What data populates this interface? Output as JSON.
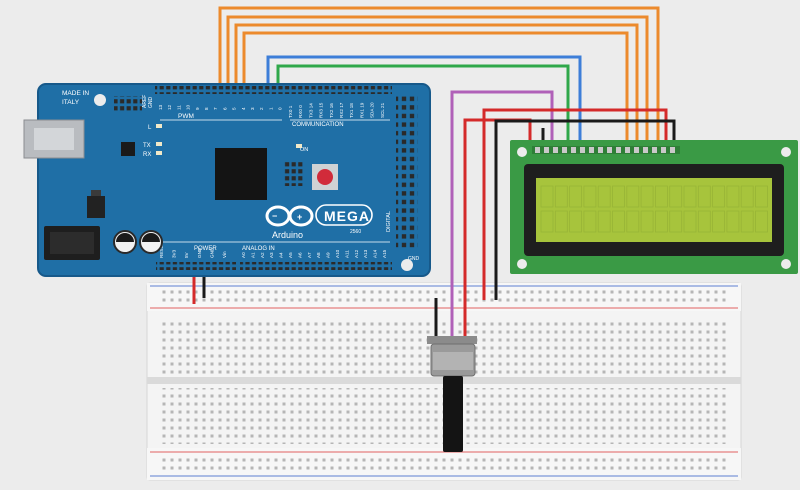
{
  "board": {
    "made_in": "MADE IN",
    "country": "ITALY",
    "brand": "Arduino",
    "model": "MEGA",
    "model_suffix": "2560",
    "pwm_label": "PWM",
    "comm_label": "COMMUNICATION",
    "power_label": "POWER",
    "analog_label": "ANALOG IN",
    "digital_label": "DIGITAL",
    "aref": "AREF",
    "gnd": "GND",
    "led_l": "L",
    "led_tx": "TX",
    "led_rx": "RX",
    "led_on": "ON",
    "pwm_pins": [
      "13",
      "12",
      "11",
      "10",
      "9",
      "8",
      "7",
      "6",
      "5",
      "4",
      "3",
      "2",
      "1",
      "0"
    ],
    "comm_pins": [
      "TX0 1",
      "RX0 0",
      "TX3 14",
      "RX3 15",
      "TX2 16",
      "RX2 17",
      "TX1 18",
      "RX1 19",
      "SDA 20",
      "SCL 21"
    ],
    "power_pins": [
      "RESET",
      "3V3",
      "5V",
      "GND",
      "GND",
      "Vin"
    ],
    "analog_pins": [
      "A0",
      "A1",
      "A2",
      "A3",
      "A4",
      "A5",
      "A6",
      "A7",
      "A8",
      "A9",
      "A10",
      "A11",
      "A12",
      "A13",
      "A14",
      "A15"
    ]
  },
  "colors": {
    "board": "#1f6fa6",
    "lcd_frame": "#3a9a45",
    "lcd_screen": "#a7c43c",
    "wire_orange": "#ec8a2c",
    "wire_blue": "#3d7ed8",
    "wire_green": "#2fa84a",
    "wire_purple": "#b060b8",
    "wire_red": "#d42a2a",
    "wire_black": "#1a1a1a",
    "rail_red": "#e06060",
    "rail_blue": "#5c7fd0"
  },
  "icons": {
    "arduino_logo": "infinity-logo-icon",
    "usb_port": "usb-port-icon",
    "power_jack": "dc-jack-icon",
    "potentiometer": "potentiometer-icon"
  }
}
